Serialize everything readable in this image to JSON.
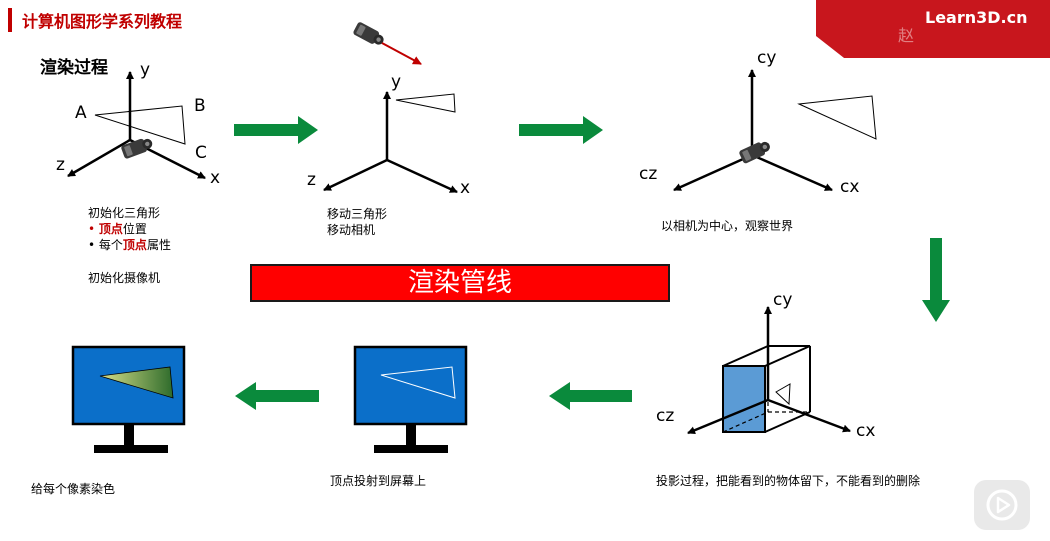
{
  "header": {
    "title": "计算机图形学系列教程",
    "brand": "Learn3D.cn",
    "watermark": "赵"
  },
  "section_title": "渲染过程",
  "axes": {
    "world": {
      "x": "x",
      "y": "y",
      "z": "z"
    },
    "camera": {
      "x": "cx",
      "y": "cy",
      "z": "cz"
    }
  },
  "vertices": {
    "a": "A",
    "b": "B",
    "c": "C"
  },
  "steps": {
    "step1": {
      "line1": "初始化三角形",
      "bullet1_highlight": "顶点",
      "bullet1_rest": "位置",
      "bullet2_prefix": "每个",
      "bullet2_highlight": "顶点",
      "bullet2_rest": "属性",
      "line4": "初始化摄像机"
    },
    "step2": {
      "line1": "移动三角形",
      "line2": "移动相机"
    },
    "step3": {
      "line1": "以相机为中心，观察世界"
    },
    "step4": {
      "line1": "投影过程，把能看到的物体留下，不能看到的删除"
    },
    "step5": {
      "line1": "顶点投射到屏幕上"
    },
    "step6": {
      "line1": "给每个像素染色"
    }
  },
  "banner": "渲染管线",
  "colors": {
    "accent_red": "#c00000",
    "banner_red": "#ff0000",
    "arrow_green": "#0a8a3c",
    "monitor_blue": "#0b6fc9",
    "cube_face": "#5b9bd5"
  }
}
